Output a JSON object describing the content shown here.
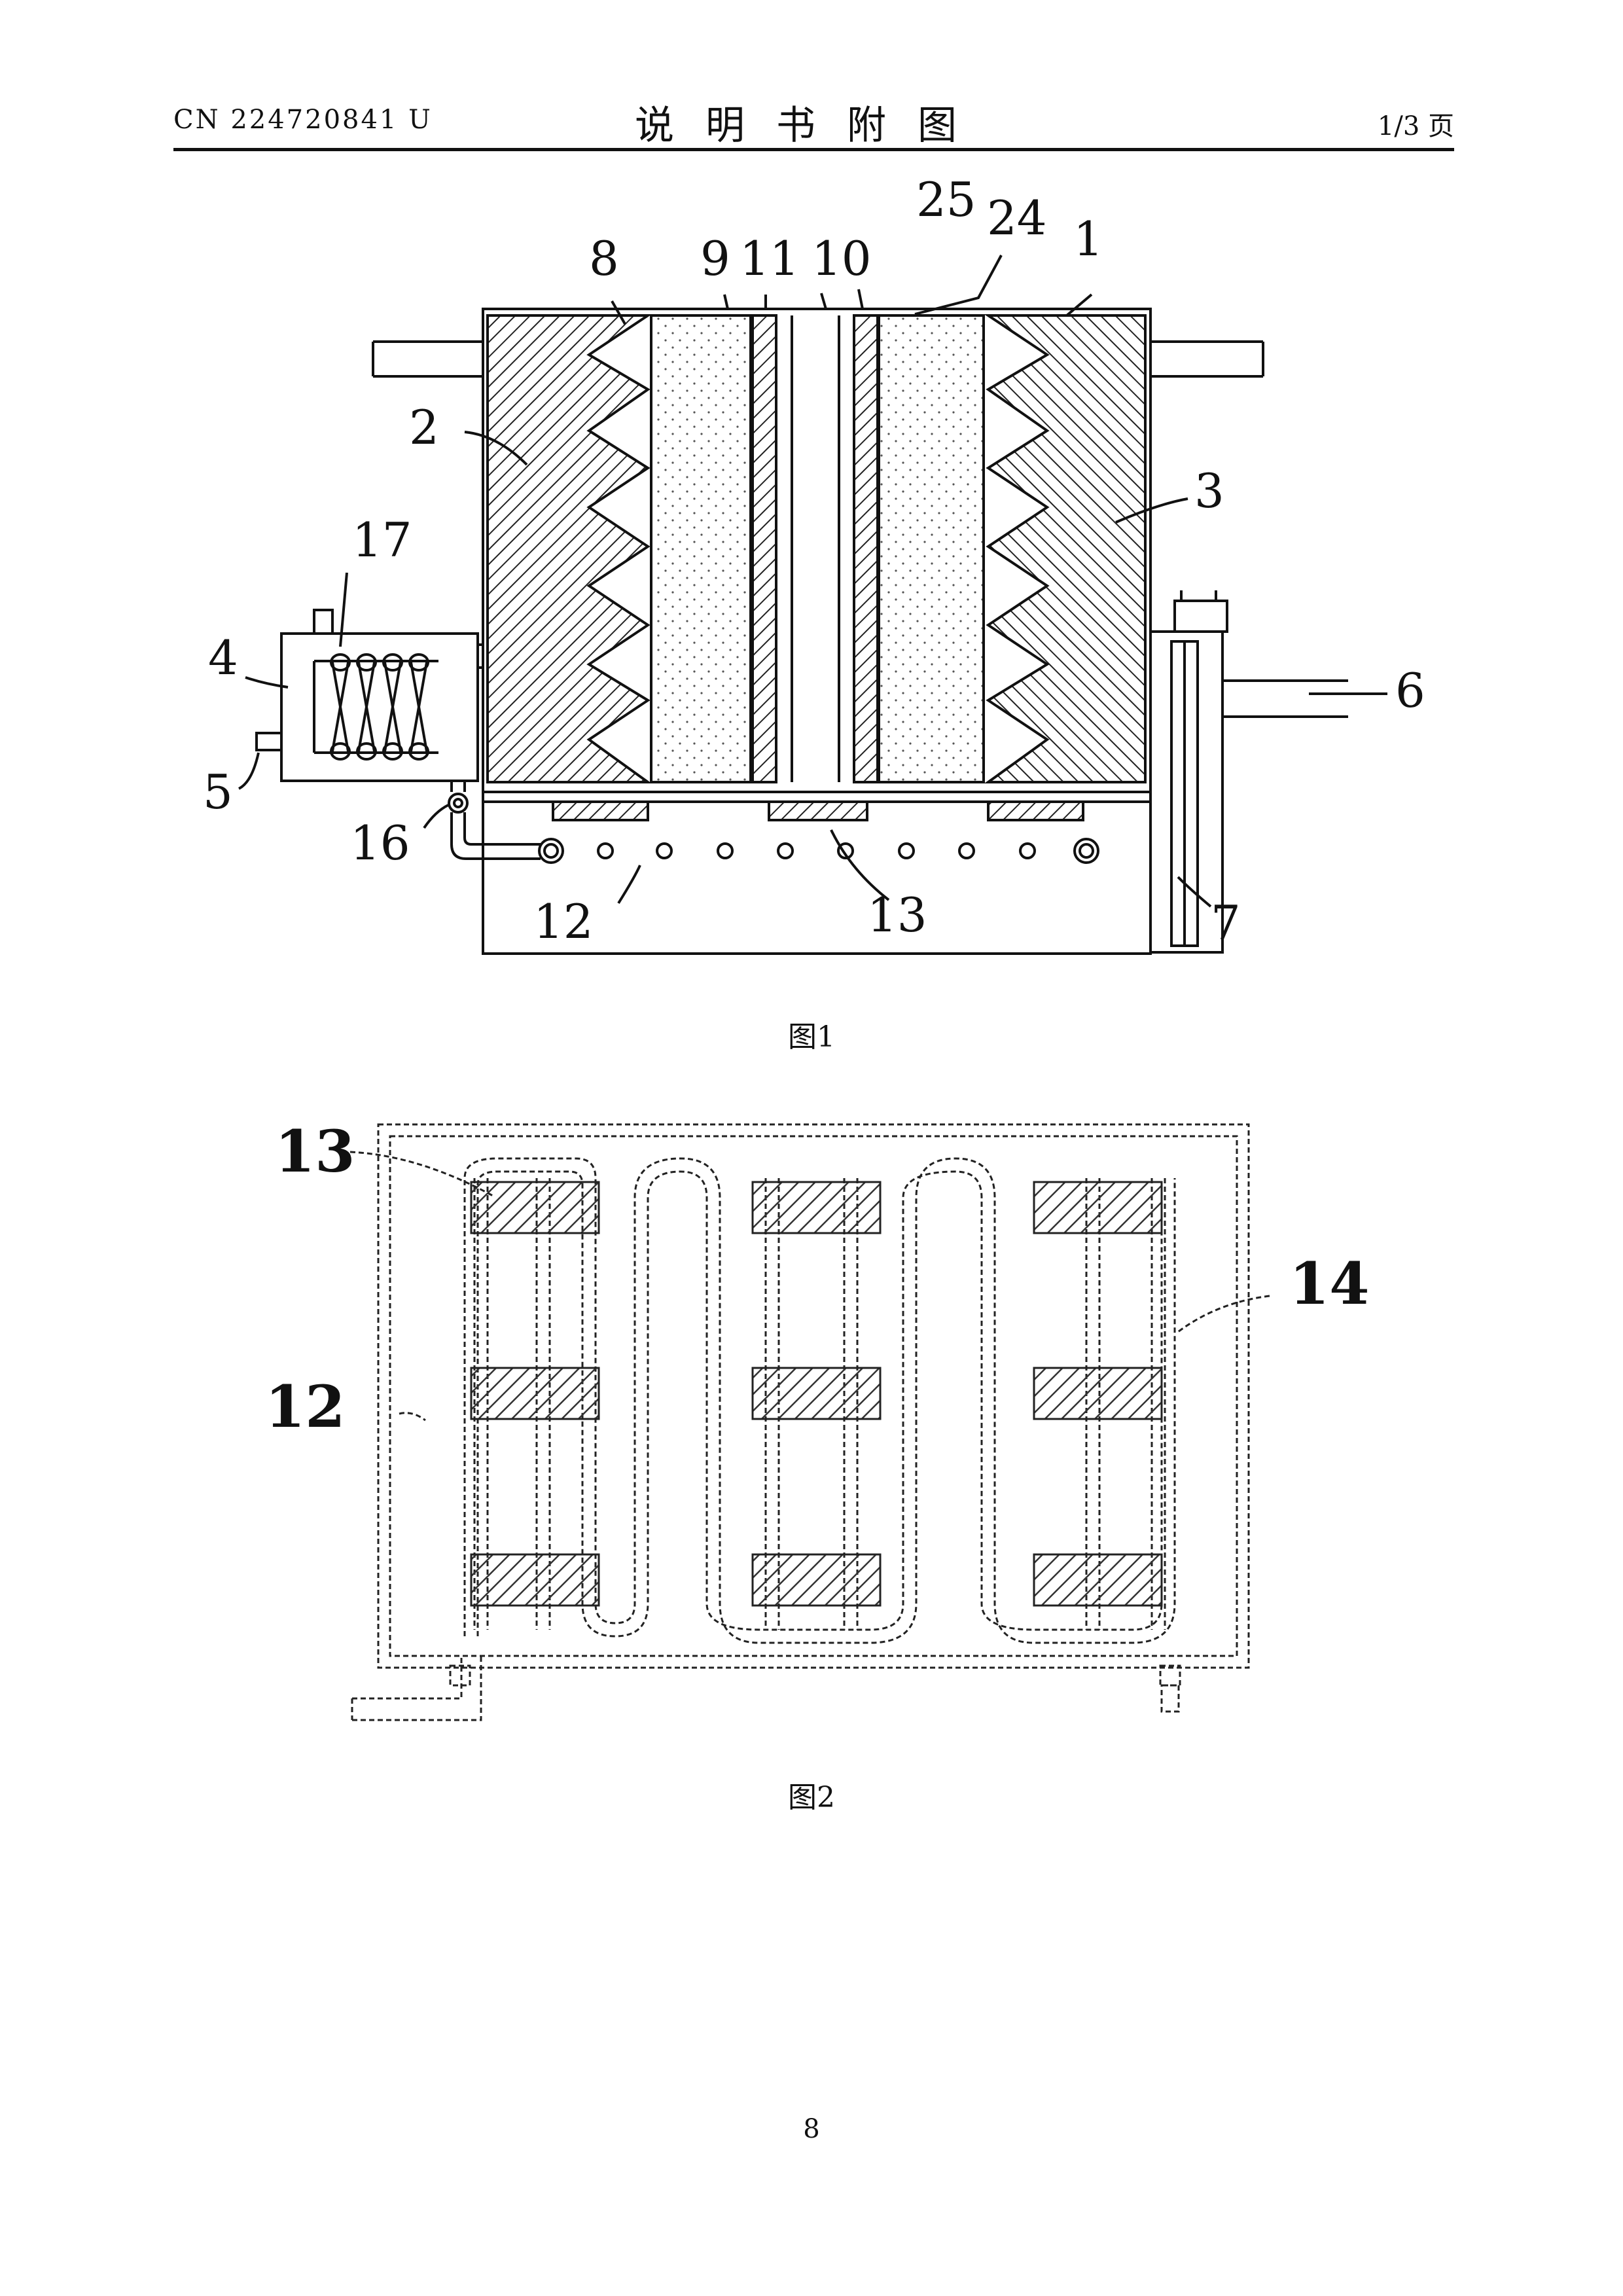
{
  "header": {
    "left": "CN 224720841 U",
    "title": "说明书附图",
    "right": "1/3 页"
  },
  "figures": [
    {
      "caption": "图1",
      "labels": [
        "1",
        "2",
        "3",
        "4",
        "5",
        "6",
        "7",
        "8",
        "9",
        "10",
        "11",
        "12",
        "13",
        "16",
        "17",
        "24",
        "25"
      ]
    },
    {
      "caption": "图2",
      "labels": [
        "12",
        "13",
        "14"
      ]
    }
  ],
  "page_number": "8"
}
